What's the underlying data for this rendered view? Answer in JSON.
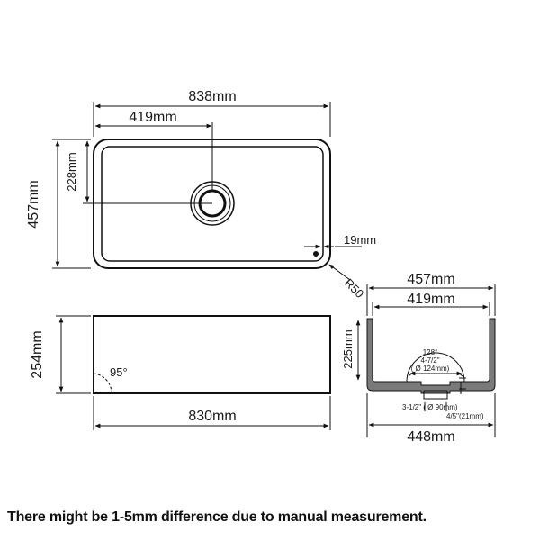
{
  "top_view": {
    "overall_width": "838mm",
    "drain_offset_x": "419mm",
    "drain_offset_y": "228mm",
    "overall_depth": "457mm",
    "wall_thickness": "19mm",
    "corner_radius": "R50"
  },
  "front_view": {
    "height": "254mm",
    "angle": "95°",
    "bottom_width": "830mm"
  },
  "side_section": {
    "overall_depth": "457mm",
    "inner_depth": "419mm",
    "height": "225mm",
    "slope_angle": "128°",
    "drain_flange": "4-7/2\"",
    "drain_flange_mm": "( Ø 124mm)",
    "drain_outlet": "3-1/2\" ( Ø 90mm)",
    "drain_offset": "4/5\"(21mm)",
    "bottom_width": "448mm"
  },
  "note": "There might be 1-5mm difference due to manual measurement."
}
